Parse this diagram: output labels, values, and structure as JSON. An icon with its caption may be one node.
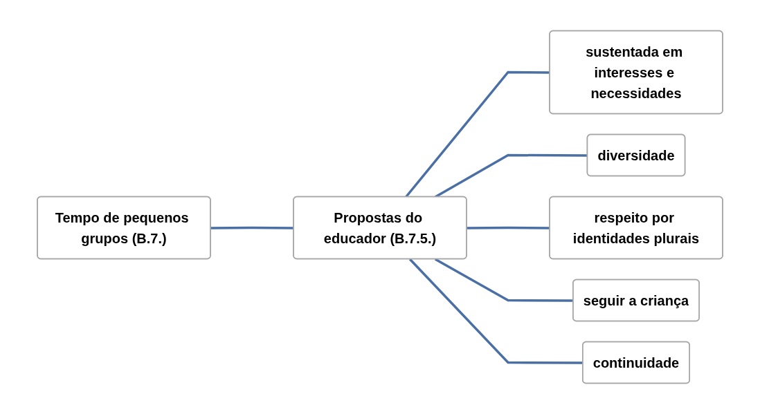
{
  "diagram": {
    "nodes": [
      {
        "text": [
          "Tempo de pequenos grupos (B.7.)"
        ]
      },
      {
        "text": [
          "Propostas do educador (B.7.5.)"
        ]
      },
      {
        "text": [
          "sustentada em interesses e necessidades"
        ]
      },
      {
        "text": [
          "diversidade"
        ]
      },
      {
        "text": [
          "respeito por identidades plurais"
        ]
      },
      {
        "text": [
          "seguir a criança"
        ]
      },
      {
        "text": [
          "continuidade"
        ]
      }
    ],
    "edges": [
      {
        "from": 0,
        "to": 1,
        "arrow": "none"
      },
      {
        "from": 1,
        "to": 2,
        "arrow": "none"
      },
      {
        "from": 1,
        "to": 3,
        "arrow": "none"
      },
      {
        "from": 1,
        "to": 4,
        "arrow": "none"
      },
      {
        "from": 1,
        "to": 5,
        "arrow": "none"
      },
      {
        "from": 1,
        "to": 6,
        "arrow": "none"
      }
    ]
  }
}
